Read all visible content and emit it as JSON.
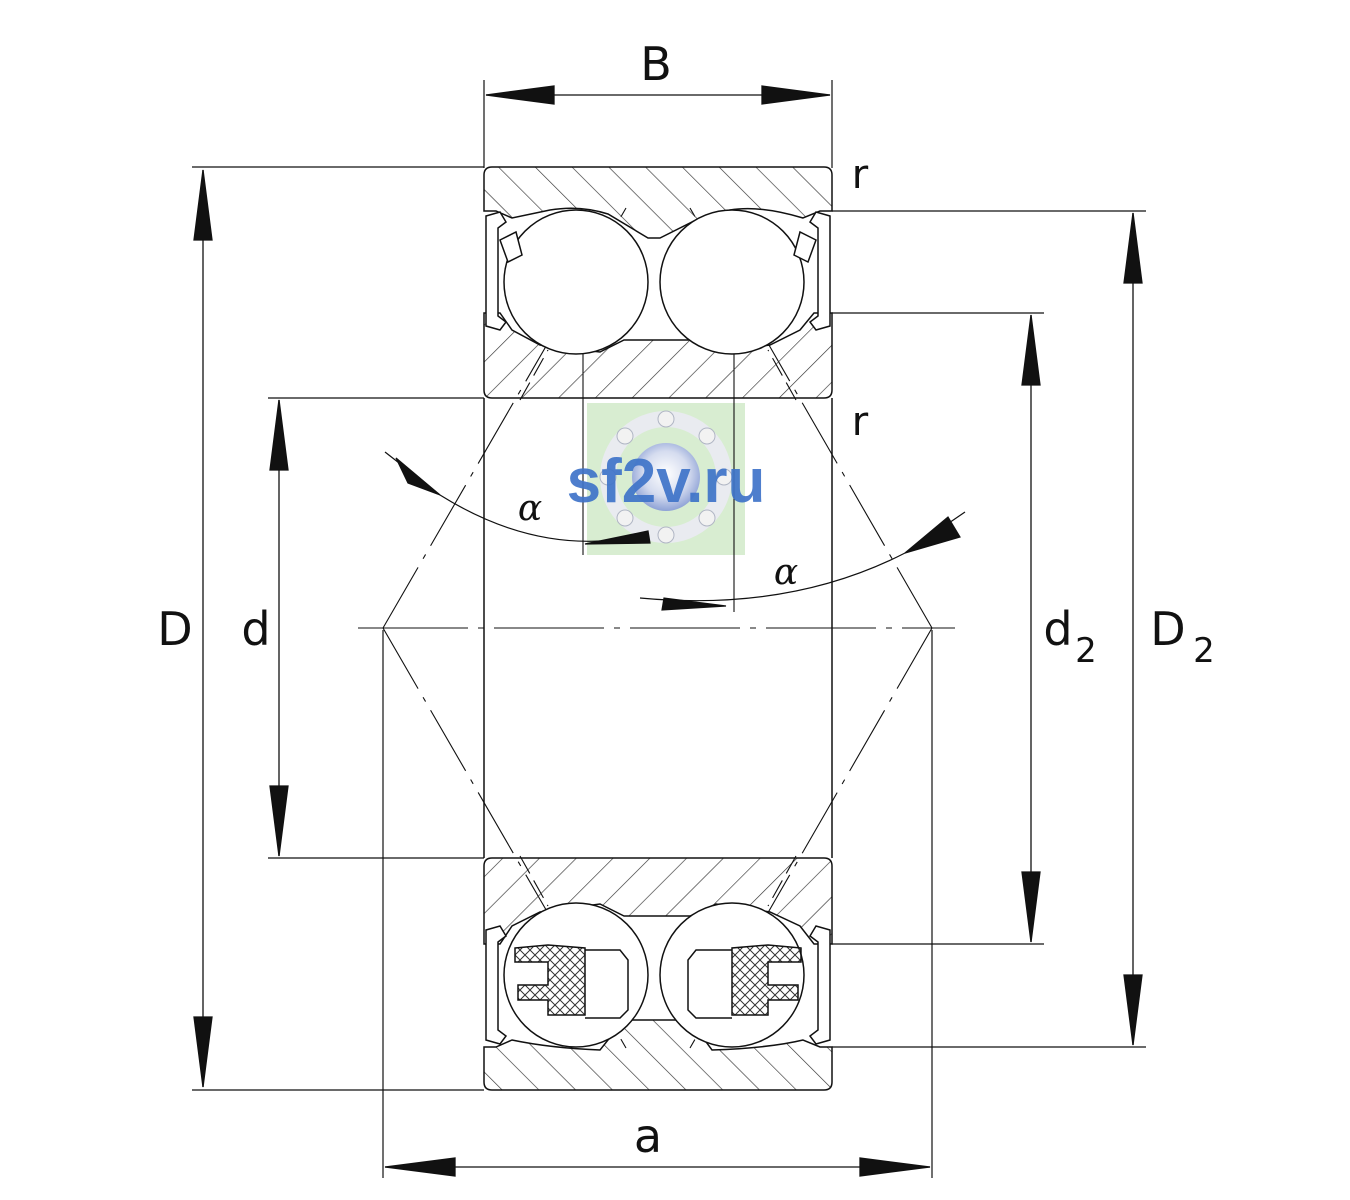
{
  "diagram": {
    "labels": {
      "width": "B",
      "outer_diameter": "D",
      "bore_diameter": "d",
      "inner_ring_shoulder_main": "d",
      "inner_ring_shoulder_sub": "2",
      "outer_ring_shoulder_main": "D",
      "outer_ring_shoulder_sub": "2",
      "pressure_distance": "a",
      "chamfer_top": "r",
      "chamfer_bore": "r",
      "contact_angle_left": "α",
      "contact_angle_right": "α"
    },
    "watermark": {
      "text": "sf2v.ru",
      "color": "#3f74c9"
    },
    "colors": {
      "line": "#111111",
      "hatch": "#333333",
      "logo_green": "#7fc46b"
    }
  }
}
